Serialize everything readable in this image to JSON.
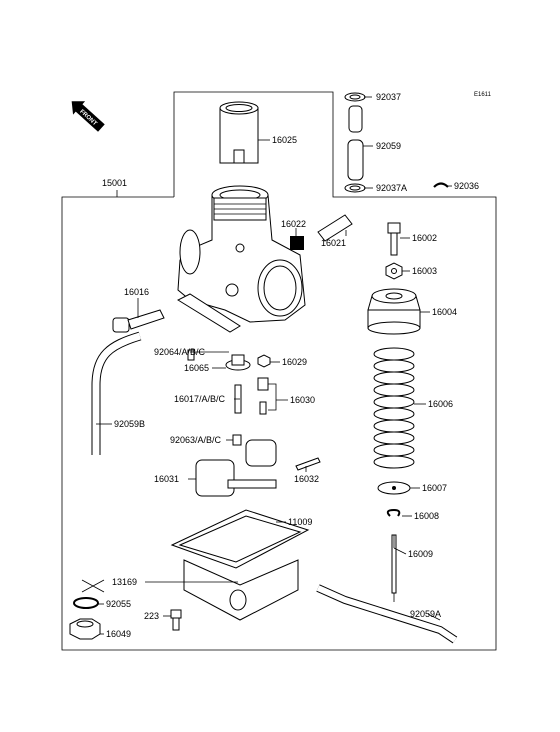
{
  "diagram": {
    "code": "E1611",
    "front_label": "FRONT",
    "labels": {
      "p92037": "92037",
      "p16025": "16025",
      "p92059": "92059",
      "p92037A": "92037A",
      "p92036": "92036",
      "p15001": "15001",
      "p16022": "16022",
      "p16021": "16021",
      "p16002": "16002",
      "p16003": "16003",
      "p16016": "16016",
      "p16004": "16004",
      "p92064": "92064/A/B/C",
      "p16029": "16029",
      "p16065": "16065",
      "p16017": "16017/A/B/C",
      "p16030": "16030",
      "p16006": "16006",
      "p92059B": "92059B",
      "p92063": "92063/A/B/C",
      "p16031": "16031",
      "p16032": "16032",
      "p16007": "16007",
      "p16008": "16008",
      "p11009": "11009",
      "p16009": "16009",
      "p13169": "13169",
      "p92055": "92055",
      "p223": "223",
      "p92059A": "92059A",
      "p16049": "16049"
    }
  }
}
